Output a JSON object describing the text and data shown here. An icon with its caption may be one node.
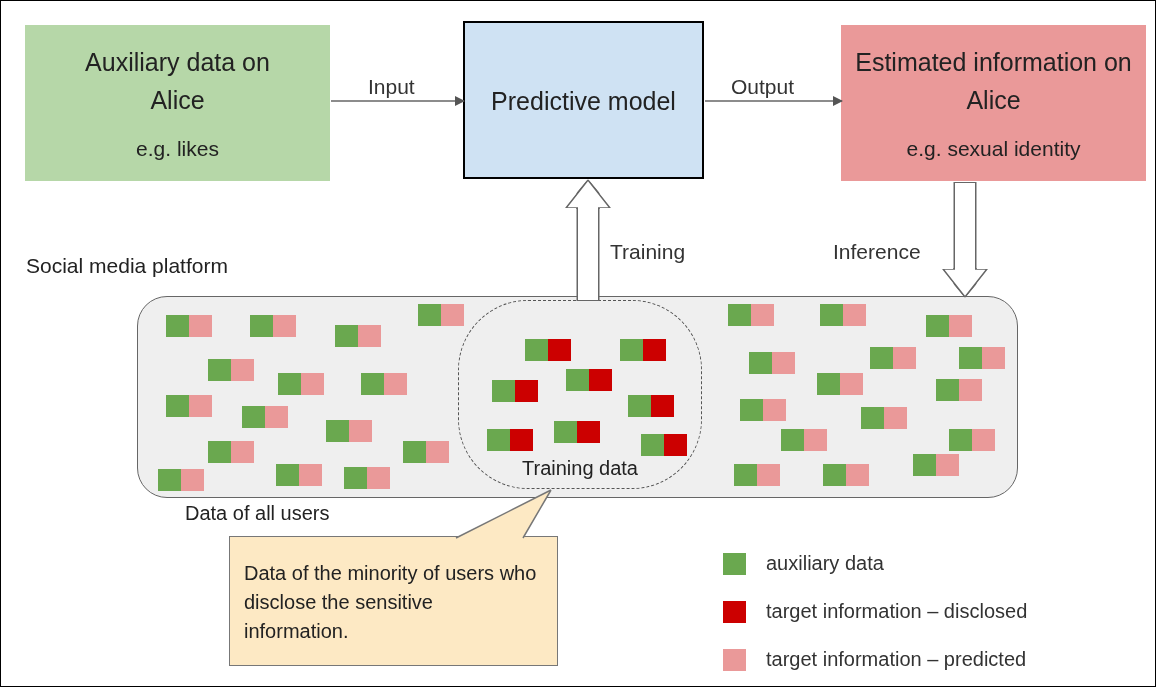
{
  "diagram": {
    "nodes": [
      {
        "text": [
          "Auxiliary data on Alice",
          "e.g. likes"
        ]
      },
      {
        "text": [
          "Predictive model"
        ]
      },
      {
        "text": [
          "Estimated information on Alice",
          "e.g. sexual identity"
        ]
      },
      {
        "text": [
          "Social media platform"
        ],
        "beside": [
          "Data of all users"
        ]
      },
      {
        "text": [
          "Training data"
        ],
        "in": 3
      },
      {
        "text": [
          "Data of the minority of users who disclose the sensitive information."
        ]
      }
    ],
    "edges": [
      {
        "from": 0,
        "to": 1,
        "arrow": "to",
        "label": "Input"
      },
      {
        "from": 1,
        "to": 2,
        "arrow": "to",
        "label": "Output"
      },
      {
        "from": 4,
        "to": 1,
        "arrow": "to",
        "label": "Training",
        "style": "thick"
      },
      {
        "from": 2,
        "to": 3,
        "arrow": "to",
        "label": "Inference",
        "style": "thick"
      },
      {
        "from": 5,
        "to": 4,
        "arrow": "none"
      }
    ],
    "legend": [
      {
        "text": "auxiliary data",
        "color": "#6aa84f"
      },
      {
        "text": "target information – disclosed",
        "color": "#cc0000"
      },
      {
        "text": "target information – predicted",
        "color": "#ea9999"
      }
    ]
  }
}
